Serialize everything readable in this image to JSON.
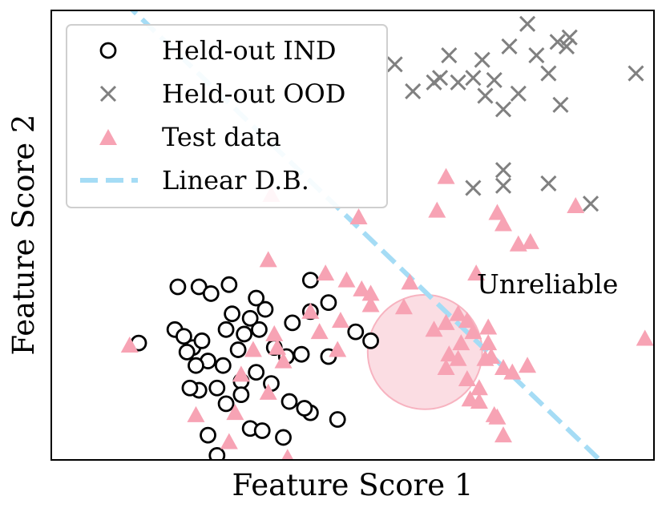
{
  "chart_data": {
    "type": "scatter",
    "xlabel": "Feature Score 1",
    "ylabel": "Feature Score 2",
    "xlim": [
      0,
      10
    ],
    "ylim": [
      0,
      10
    ],
    "ticks": "none",
    "grid": false,
    "legend_position": "top-left",
    "annotation": "Unreliable",
    "unreliable_region": {
      "cx": 6.2,
      "cy": 2.4,
      "radius": 0.95,
      "color": "#F7B3C0"
    },
    "decision_boundary": {
      "name": "Linear D.B.",
      "points": [
        [
          1.2,
          10.2
        ],
        [
          9.1,
          0.0
        ]
      ],
      "color": "#A5DCF5"
    },
    "series": [
      {
        "name": "Held-out IND",
        "marker": "circle-open",
        "color": "#000000",
        "points": [
          [
            1.45,
            2.6
          ],
          [
            2.1,
            3.85
          ],
          [
            2.45,
            3.85
          ],
          [
            2.65,
            3.7
          ],
          [
            2.95,
            3.9
          ],
          [
            3.4,
            3.6
          ],
          [
            4.3,
            4.0
          ],
          [
            4.6,
            3.5
          ],
          [
            2.35,
            2.5
          ],
          [
            2.6,
            2.2
          ],
          [
            2.9,
            2.9
          ],
          [
            3.2,
            2.8
          ],
          [
            2.05,
            2.9
          ],
          [
            2.25,
            2.4
          ],
          [
            2.4,
            2.1
          ],
          [
            2.85,
            2.1
          ],
          [
            3.1,
            2.45
          ],
          [
            3.45,
            2.9
          ],
          [
            3.7,
            2.5
          ],
          [
            3.9,
            2.3
          ],
          [
            4.15,
            2.35
          ],
          [
            3.15,
            1.75
          ],
          [
            2.75,
            1.6
          ],
          [
            2.45,
            1.55
          ],
          [
            2.3,
            1.6
          ],
          [
            2.9,
            1.25
          ],
          [
            3.15,
            1.45
          ],
          [
            3.4,
            1.95
          ],
          [
            3.65,
            1.7
          ],
          [
            3.95,
            1.3
          ],
          [
            4.3,
            1.05
          ],
          [
            4.75,
            0.9
          ],
          [
            2.6,
            0.55
          ],
          [
            2.75,
            0.1
          ],
          [
            3.3,
            0.7
          ],
          [
            3.5,
            0.65
          ],
          [
            3.85,
            0.5
          ],
          [
            4.2,
            1.15
          ],
          [
            2.2,
            2.75
          ],
          [
            2.5,
            2.65
          ],
          [
            3.0,
            3.25
          ],
          [
            3.3,
            3.15
          ],
          [
            3.55,
            3.35
          ],
          [
            4.0,
            3.05
          ],
          [
            4.3,
            3.3
          ],
          [
            5.05,
            2.85
          ],
          [
            5.3,
            2.65
          ],
          [
            4.6,
            2.3
          ]
        ]
      },
      {
        "name": "Held-out OOD",
        "marker": "x",
        "color": "#808080",
        "points": [
          [
            5.7,
            8.8
          ],
          [
            6.0,
            8.2
          ],
          [
            6.35,
            8.4
          ],
          [
            6.45,
            8.5
          ],
          [
            6.75,
            8.4
          ],
          [
            7.0,
            8.5
          ],
          [
            7.2,
            8.1
          ],
          [
            7.35,
            8.45
          ],
          [
            7.75,
            8.15
          ],
          [
            7.5,
            7.8
          ],
          [
            7.15,
            8.9
          ],
          [
            6.6,
            9.0
          ],
          [
            7.6,
            9.2
          ],
          [
            8.05,
            9.0
          ],
          [
            7.9,
            9.7
          ],
          [
            8.4,
            9.3
          ],
          [
            8.55,
            9.2
          ],
          [
            8.6,
            9.4
          ],
          [
            8.25,
            8.6
          ],
          [
            8.45,
            7.9
          ],
          [
            9.7,
            8.6
          ],
          [
            8.95,
            5.7
          ],
          [
            8.25,
            6.15
          ],
          [
            7.5,
            6.1
          ],
          [
            7.0,
            6.05
          ],
          [
            7.5,
            6.45
          ]
        ]
      },
      {
        "name": "Test data",
        "marker": "triangle",
        "color": "#F7A3B4",
        "points": [
          [
            1.3,
            2.55
          ],
          [
            2.4,
            1.0
          ],
          [
            2.95,
            0.4
          ],
          [
            3.05,
            1.05
          ],
          [
            3.15,
            1.9
          ],
          [
            3.35,
            2.45
          ],
          [
            3.6,
            1.5
          ],
          [
            3.7,
            2.8
          ],
          [
            3.75,
            2.5
          ],
          [
            3.85,
            2.2
          ],
          [
            4.45,
            2.85
          ],
          [
            4.75,
            2.45
          ],
          [
            4.8,
            3.1
          ],
          [
            4.9,
            4.0
          ],
          [
            5.15,
            3.8
          ],
          [
            5.3,
            3.7
          ],
          [
            5.3,
            3.45
          ],
          [
            5.1,
            5.4
          ],
          [
            4.3,
            3.3
          ],
          [
            4.55,
            4.15
          ],
          [
            3.6,
            4.45
          ],
          [
            3.92,
            0.05
          ],
          [
            3.65,
            5.9
          ],
          [
            5.85,
            3.4
          ],
          [
            5.95,
            3.95
          ],
          [
            6.4,
            5.55
          ],
          [
            6.55,
            6.3
          ],
          [
            7.05,
            4.15
          ],
          [
            7.4,
            5.5
          ],
          [
            7.5,
            5.25
          ],
          [
            7.75,
            4.8
          ],
          [
            7.95,
            4.85
          ],
          [
            8.7,
            5.65
          ],
          [
            9.85,
            2.7
          ],
          [
            6.8,
            2.6
          ],
          [
            6.9,
            3.1
          ],
          [
            7.0,
            2.85
          ],
          [
            6.6,
            2.35
          ],
          [
            6.55,
            2.05
          ],
          [
            6.75,
            2.25
          ],
          [
            7.2,
            2.25
          ],
          [
            6.9,
            1.8
          ],
          [
            6.95,
            1.35
          ],
          [
            7.1,
            1.3
          ],
          [
            7.25,
            2.6
          ],
          [
            7.25,
            2.95
          ],
          [
            6.75,
            3.25
          ],
          [
            7.5,
            2.05
          ],
          [
            7.65,
            1.95
          ],
          [
            7.9,
            2.1
          ],
          [
            7.1,
            1.6
          ],
          [
            7.35,
            1.0
          ],
          [
            7.3,
            2.3
          ],
          [
            7.4,
            0.95
          ],
          [
            7.5,
            0.55
          ],
          [
            6.35,
            2.9
          ],
          [
            6.55,
            3.05
          ]
        ]
      }
    ]
  },
  "legend": {
    "items": [
      {
        "label": "Held-out IND",
        "icon": "circle-open-icon"
      },
      {
        "label": "Held-out OOD",
        "icon": "x-icon"
      },
      {
        "label": "Test data",
        "icon": "triangle-icon"
      },
      {
        "label": "Linear D.B.",
        "icon": "dashed-line-icon"
      }
    ]
  }
}
